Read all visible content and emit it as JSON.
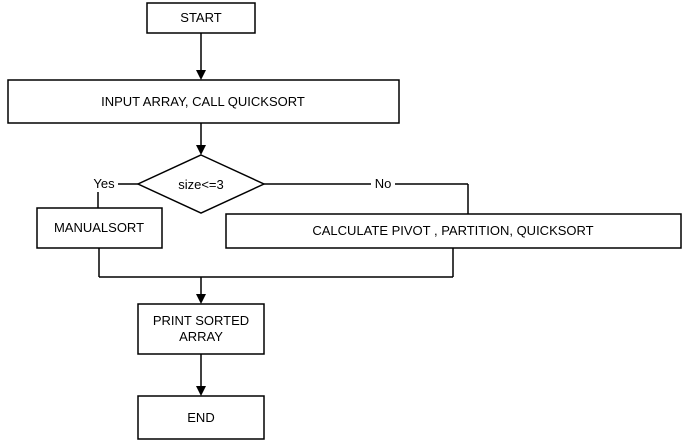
{
  "flowchart": {
    "start": "START",
    "input": "INPUT ARRAY, CALL QUICKSORT",
    "decision": "size<=3",
    "yes_label": "Yes",
    "no_label": "No",
    "manual": "MANUALSORT",
    "recursive": "CALCULATE PIVOT , PARTITION,  QUICKSORT",
    "print_line1": "PRINT SORTED",
    "print_line2": "ARRAY",
    "end": "END"
  }
}
